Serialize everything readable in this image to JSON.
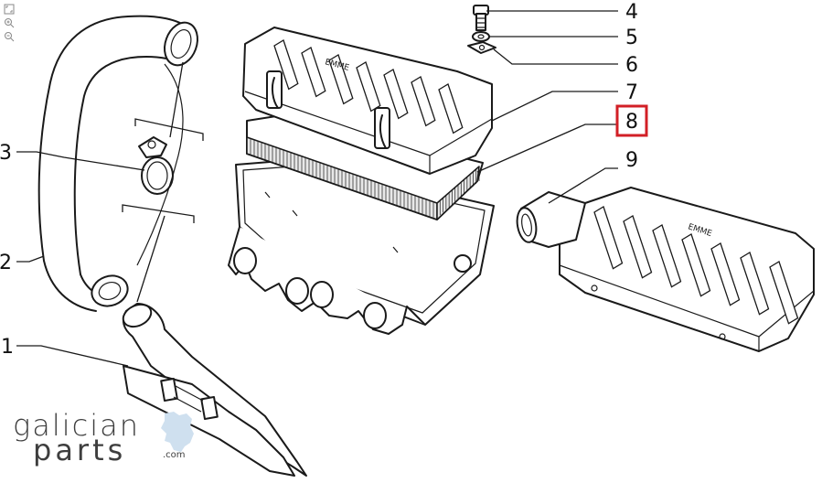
{
  "viewer": {
    "controls": [
      {
        "name": "fit-icon"
      },
      {
        "name": "zoom-in-icon"
      },
      {
        "name": "zoom-out-icon"
      }
    ]
  },
  "parts": [
    {
      "id": "1",
      "label": "1"
    },
    {
      "id": "2",
      "label": "2"
    },
    {
      "id": "3",
      "label": "3"
    },
    {
      "id": "4",
      "label": "4"
    },
    {
      "id": "5",
      "label": "5"
    },
    {
      "id": "6",
      "label": "6"
    },
    {
      "id": "7",
      "label": "7"
    },
    {
      "id": "8",
      "label": "8",
      "highlighted": true
    },
    {
      "id": "9",
      "label": "9"
    }
  ],
  "highlight_color": "#d21f26",
  "brand": {
    "line1": "galician",
    "line2": "parts",
    "suffix": ".com",
    "map_color": "#cfe0ef"
  }
}
